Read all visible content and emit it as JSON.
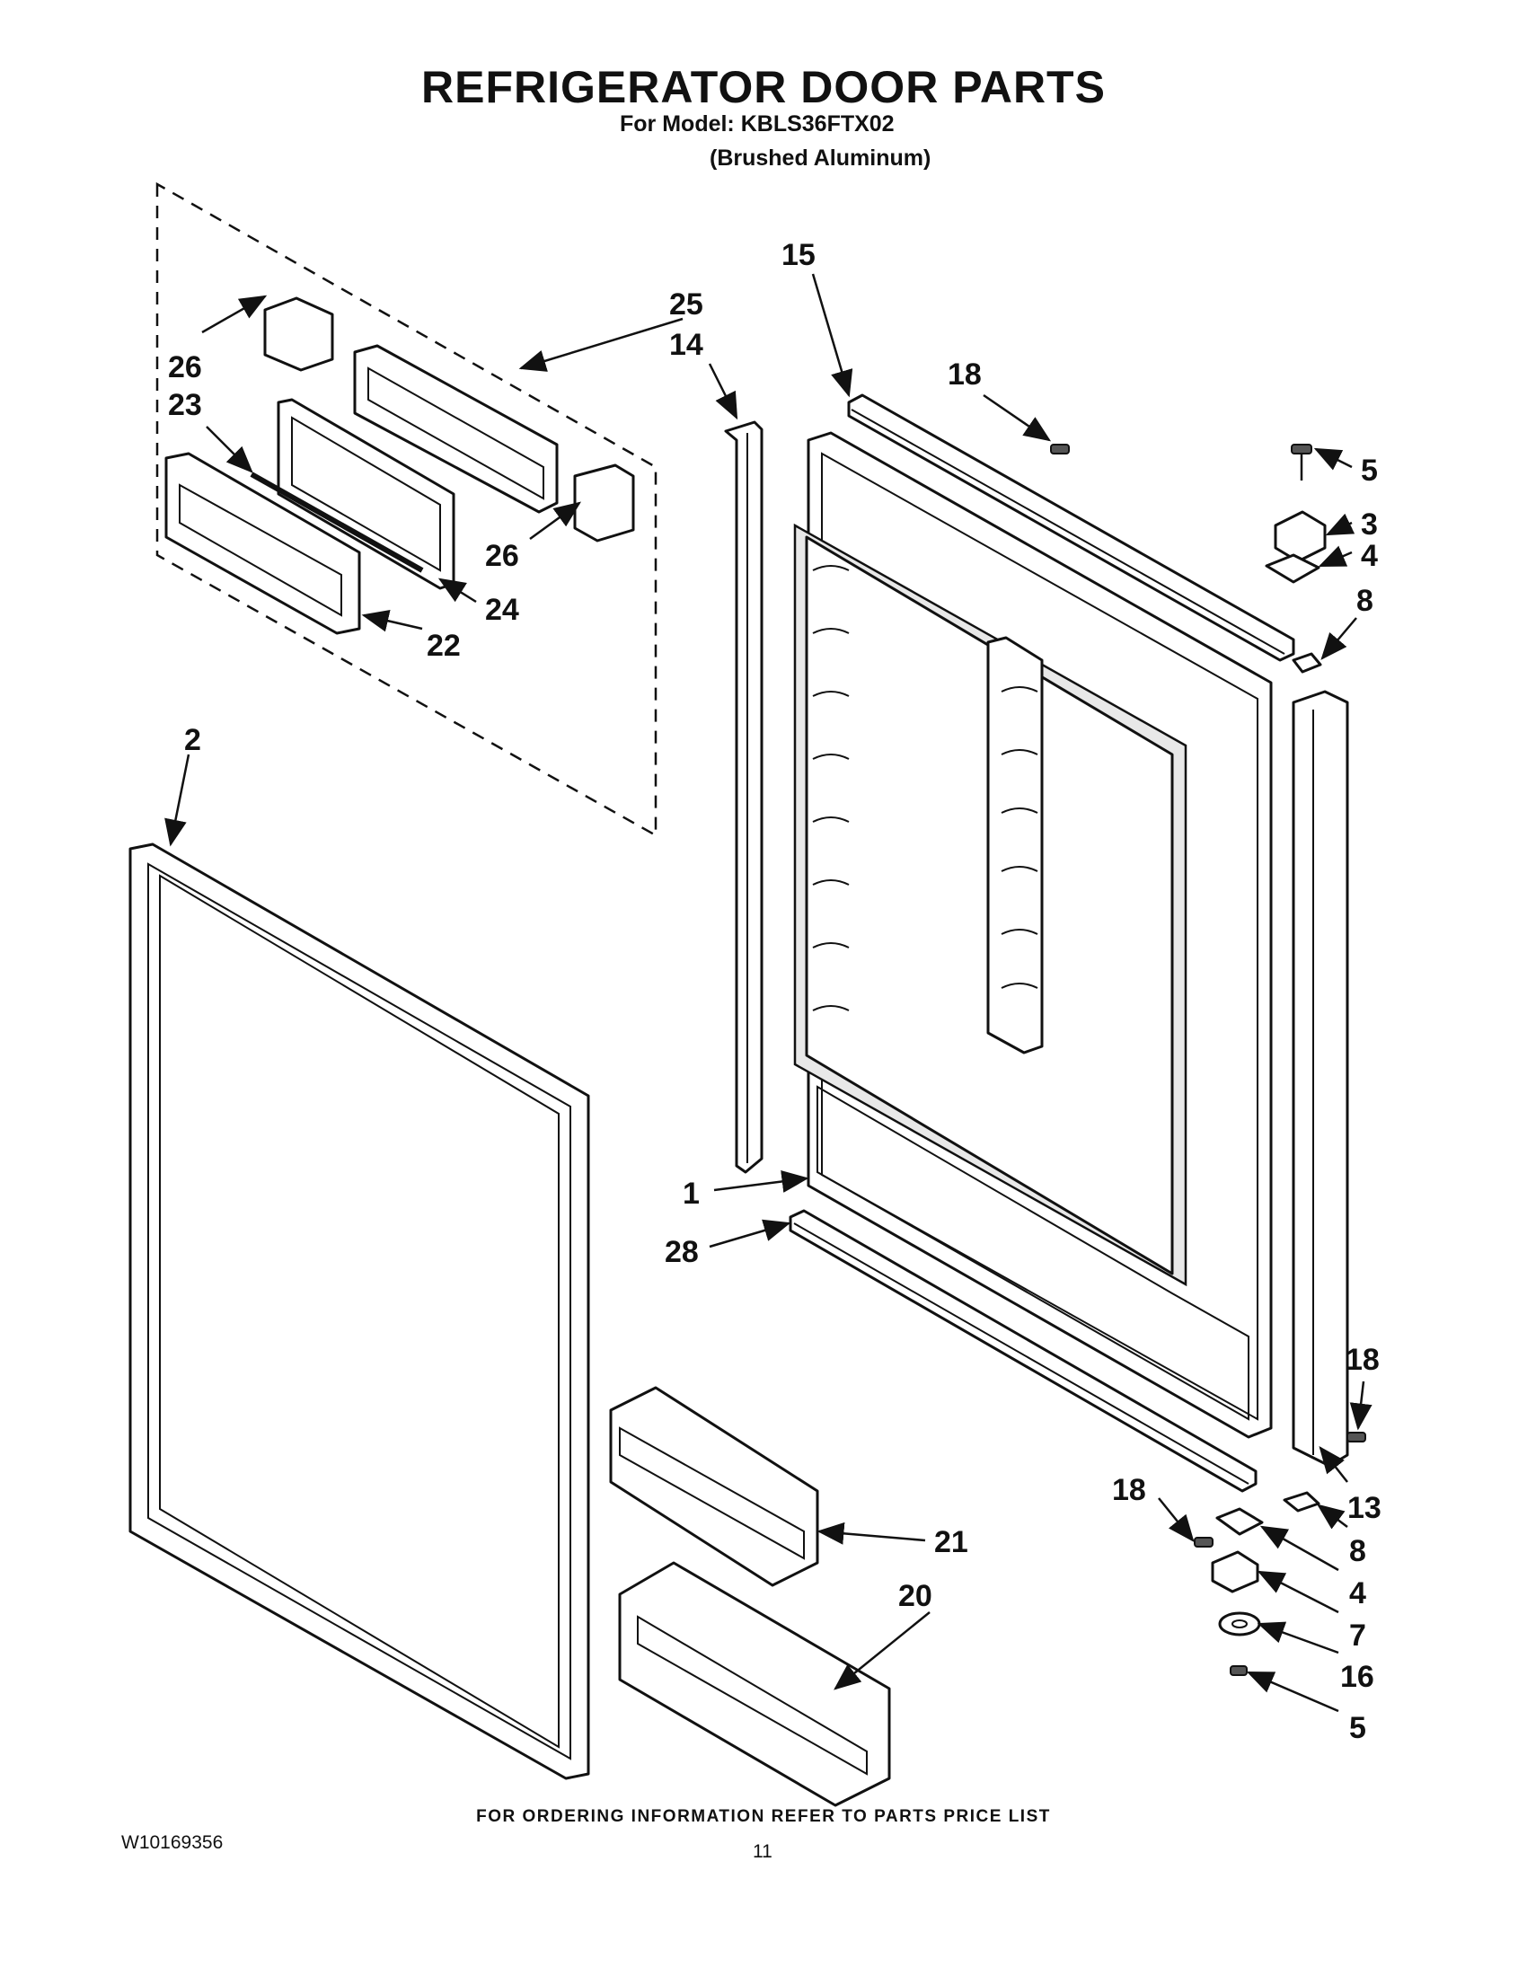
{
  "header": {
    "title": "REFRIGERATOR DOOR PARTS",
    "model_line": "For Model: KBLS36FTX02",
    "finish_line": "(Brushed Aluminum)"
  },
  "callouts": [
    "1",
    "2",
    "3",
    "4",
    "4",
    "5",
    "5",
    "7",
    "8",
    "8",
    "13",
    "14",
    "15",
    "16",
    "18",
    "18",
    "18",
    "20",
    "21",
    "22",
    "23",
    "24",
    "25",
    "26",
    "26",
    "28"
  ],
  "footer": {
    "ordering_note": "FOR ORDERING INFORMATION REFER TO PARTS PRICE LIST",
    "document_number": "W10169356",
    "page_number": "11"
  }
}
